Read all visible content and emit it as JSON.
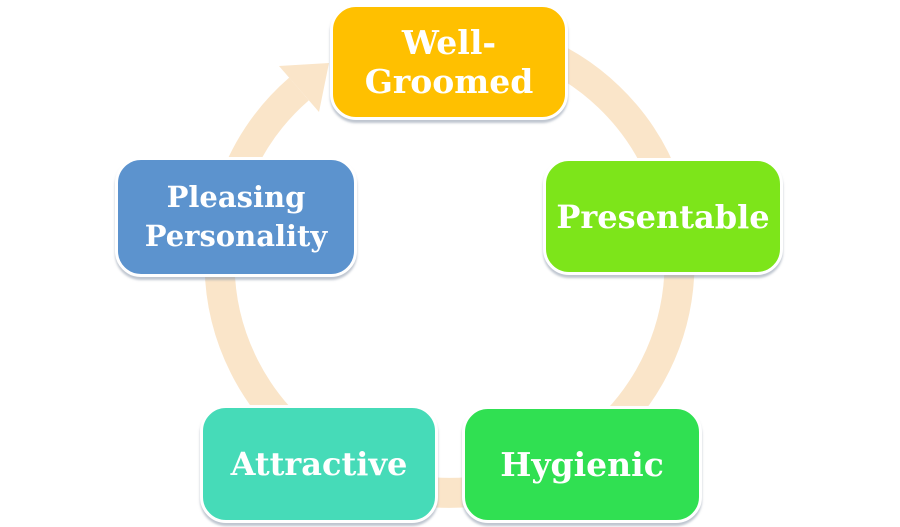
{
  "diagram": {
    "type": "cycle",
    "background": "#FFFFFF",
    "arrow": {
      "name": "circular-cycle-arrow",
      "color": "#FAE5C9",
      "direction": "clockwise"
    },
    "nodes": [
      {
        "id": "well-groomed",
        "label": "Well-Groomed",
        "color": "#FFC000",
        "text_color": "#FFFFFF",
        "position": "top"
      },
      {
        "id": "presentable",
        "label": "Presentable",
        "color": "#7DE51A",
        "text_color": "#FFFFFF",
        "position": "right"
      },
      {
        "id": "hygienic",
        "label": "Hygienic",
        "color": "#30E052",
        "text_color": "#FFFFFF",
        "position": "bottom-right"
      },
      {
        "id": "attractive",
        "label": "Attractive",
        "color": "#46DBB8",
        "text_color": "#FFFFFF",
        "position": "bottom-left"
      },
      {
        "id": "pleasing-personality",
        "label": "Pleasing Personality",
        "color": "#5C93CE",
        "text_color": "#FFFFFF",
        "position": "left"
      }
    ]
  }
}
